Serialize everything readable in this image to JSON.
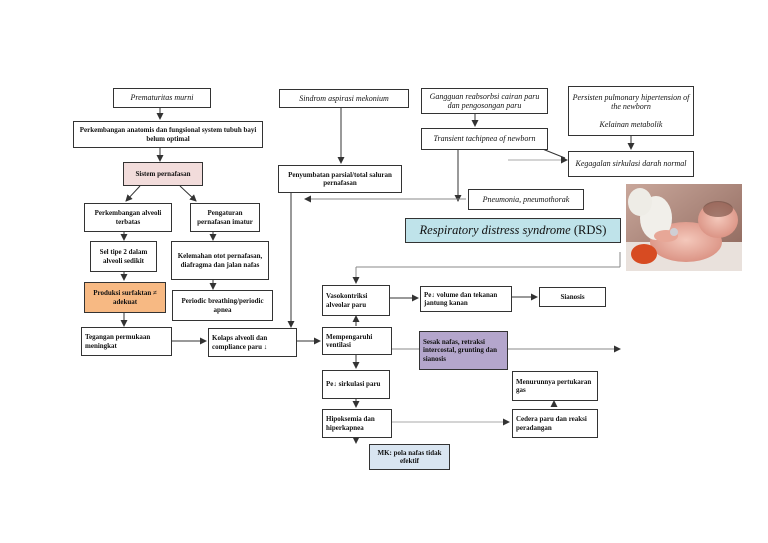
{
  "nodes": {
    "prematuritas": "Prematuritas murni",
    "perkembangan_anatomis": "Perkembangan anatomis dan fungsional system tubuh bayi belum optimal",
    "sistem_pernafasan": "Sistem pernafasan",
    "perkembangan_alveoli": "Perkembangan alveoli terbatas",
    "pengaturan_pernafasan": "Pengaturan pernafasan imatur",
    "sel_tipe2": "Sel tipe 2 dalam alveoli sedikit",
    "kelemahan_otot": "Kelemahan otot pernafasan, diafragma dan jalan nafas",
    "produksi_surfaktan": "Produksi surfaktan ≠ adekuat",
    "periodic_breathing": "Periodic breathing/periodic apnea",
    "tegangan_permukaan": "Tegangan permukaan meningkat",
    "kolaps_alveoli": "Kolaps alveoli dan compliance paru ↓",
    "sindrom_aspirasi": "Sindrom aspirasi mekonium",
    "penyumbatan": "Penyumbatan parsial/total saluran pernafasan",
    "gangguan_reabsorbsi": "Gangguan reabsorbsi cairan paru dan pengosongan paru",
    "transient_tachipnea": "Transient tachipnea of newborn",
    "persisten_pulmonary": "Persisten pulmonary hipertension of the newborn",
    "kelainan_metabolik": "Kelainan metabolik",
    "kegagalan_sirkulasi": "Kegagalan sirkulasi darah normal",
    "pneumonia": "Pneumonia, pneumothorak",
    "rds_italic": "Respiratory distress syndrome",
    "rds_abbr": " (RDS)",
    "vasokontriksi": "Vasokontriksi alveolar paru",
    "volume_darah": "Pe↓ volume dan tekanan jantung kanan",
    "sianosis": "Sianosis",
    "mempengaruhi": "Mempengaruhi ventilasi",
    "sesak_nafas": "Sesak nafas, retraksi intercostal, grunting dan sianosis",
    "sirkulasi_paru": "Pe↓ sirkulasi paru",
    "menurunnya_gas": "Menurunnya pertukaran gas",
    "hipoksemia": "Hipoksemia dan hiperkapnea",
    "cedera_paru": "Cedera paru dan reaksi peradangan",
    "mk_pola_nafas": "MK: pola nafas tidak efektif"
  },
  "colors": {
    "rds_fill": "#bfe3ea",
    "sistem_fill": "#f2dcdb",
    "surfaktan_fill": "#f7b983",
    "sesak_fill": "#b4a6cc",
    "mk_fill": "#d9e5f1"
  },
  "photo": {
    "icon": "newborn-baby-photo"
  }
}
